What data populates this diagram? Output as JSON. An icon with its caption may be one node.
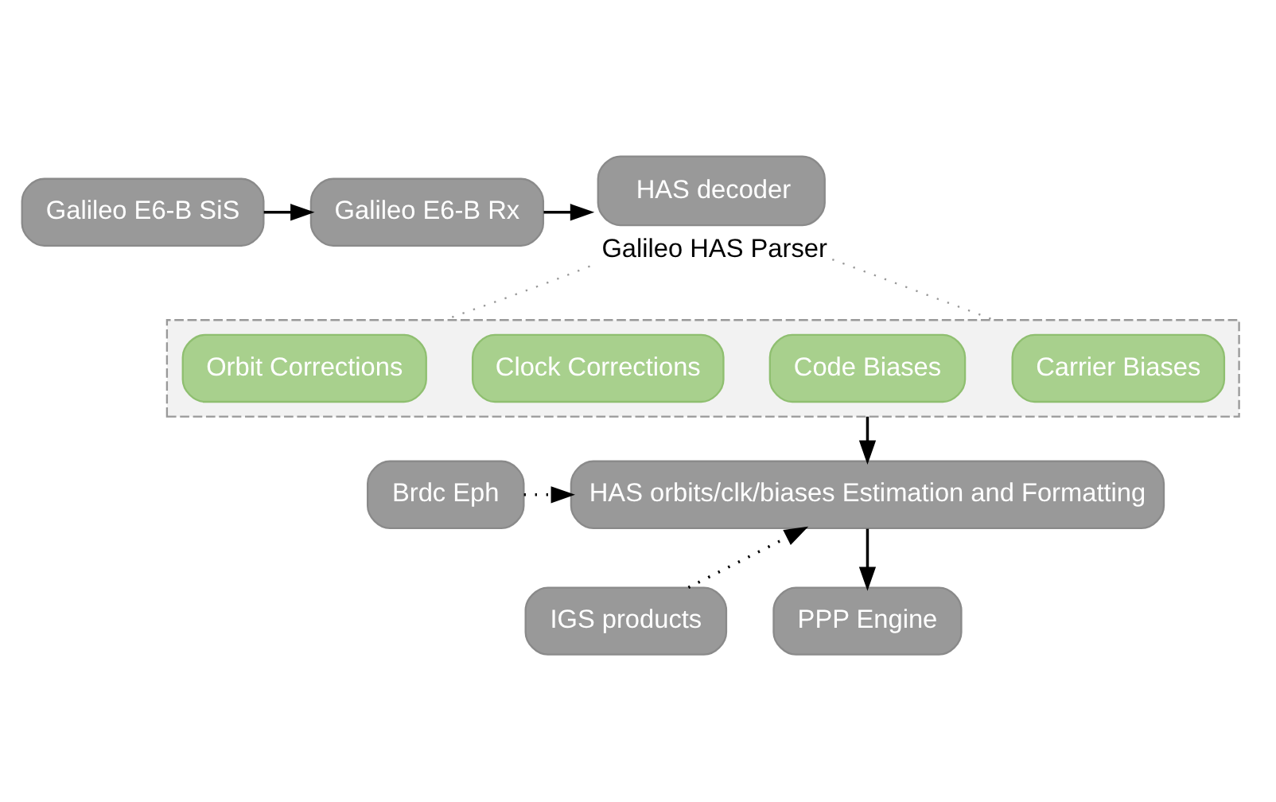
{
  "diagram": {
    "nodes": [
      {
        "text": [
          "Galileo E6-B SiS"
        ]
      },
      {
        "text": [
          "Galileo E6-B Rx"
        ]
      },
      {
        "text": [
          "HAS decoder"
        ],
        "beside": [
          "Galileo HAS Parser"
        ]
      },
      {
        "text": [],
        "shape": "box"
      },
      {
        "text": [
          "Orbit Corrections"
        ],
        "in": 3
      },
      {
        "text": [
          "Clock Corrections"
        ],
        "in": 3
      },
      {
        "text": [
          "Code Biases"
        ],
        "in": 3
      },
      {
        "text": [
          "Carrier Biases"
        ],
        "in": 3
      },
      {
        "text": [
          "Brdc Eph"
        ]
      },
      {
        "text": [
          "HAS orbits/clk/biases Estimation and Formatting"
        ]
      },
      {
        "text": [
          "IGS products"
        ]
      },
      {
        "text": [
          "PPP Engine"
        ]
      }
    ],
    "edges": [
      {
        "from": 0,
        "to": 1,
        "arrow": "to"
      },
      {
        "from": 1,
        "to": 2,
        "arrow": "to"
      },
      {
        "from": 2,
        "to": 3,
        "arrow": "none",
        "style": "dashed",
        "color": "#999999"
      },
      {
        "from": 2,
        "to": 3,
        "arrow": "none",
        "style": "dashed",
        "color": "#999999"
      },
      {
        "from": 3,
        "to": 9,
        "arrow": "to"
      },
      {
        "from": 8,
        "to": 9,
        "arrow": "to",
        "style": "dashed"
      },
      {
        "from": 10,
        "to": 9,
        "arrow": "to",
        "style": "dashed"
      },
      {
        "from": 9,
        "to": 11,
        "arrow": "to"
      }
    ]
  }
}
